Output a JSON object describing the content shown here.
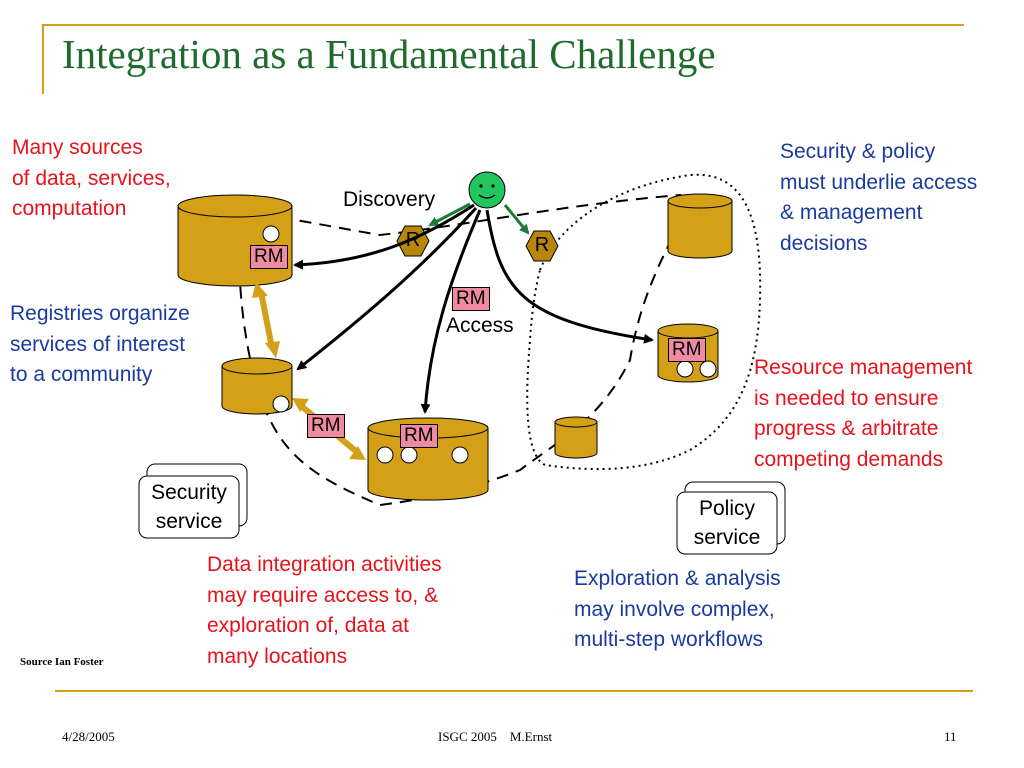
{
  "slide": {
    "title": "Integration as a Fundamental Challenge",
    "source": "Source Ian Foster",
    "footer": {
      "date": "4/28/2005",
      "center": "ISGC 2005    M.Ernst",
      "page": "11"
    }
  },
  "annotations": {
    "sources": "Many sources\nof data, services,\ncomputation",
    "registries": "Registries organize\nservices of interest\nto a community",
    "security_policy": "Security & policy\nmust underlie access\n& management\ndecisions",
    "resource_mgmt": "Resource management\nis needed to ensure\nprogress & arbitrate\ncompeting demands",
    "data_integration": "Data integration activities\nmay require access to, &\nexploration of, data at\nmany locations",
    "exploration": "Exploration & analysis\nmay involve complex,\nmulti-step workflows"
  },
  "labels": {
    "discovery": "Discovery",
    "access": "Access",
    "rm": "RM",
    "registry": "R",
    "security_service": "Security\nservice",
    "policy_service": "Policy\nservice"
  },
  "colors": {
    "title": "#1f6b2e",
    "red_text": "#e8121b",
    "blue_text": "#1a3aa0",
    "cylinder": "#d4a017",
    "hexagon": "#b8860b",
    "rm_box": "#f08aa0",
    "user": "#22c55e",
    "rule": "#d4a017"
  }
}
